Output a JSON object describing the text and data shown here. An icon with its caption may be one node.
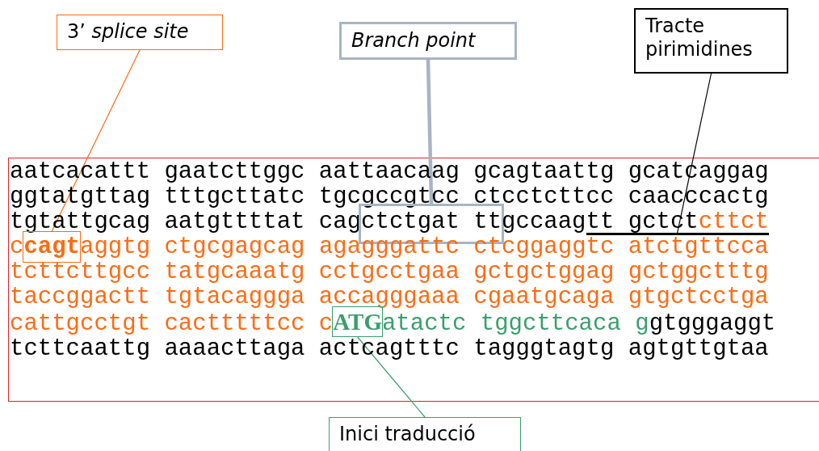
{
  "diagram": {
    "nodes": [
      {
        "text": [
          "3’ *splice site*"
        ]
      },
      {
        "text": [
          "Branch point"
        ]
      },
      {
        "text": [
          "Tracte pirimidines"
        ]
      },
      {
        "text": [
          "ctctgat tt"
        ]
      },
      {
        "text": [],
        "shape": "bar"
      },
      {
        "text": [
          "cagt"
        ]
      },
      {
        "text": [
          "ATG"
        ]
      },
      {
        "text": [
          "Inici traducció"
        ]
      }
    ],
    "edges": [
      {
        "from": 0,
        "to": 5,
        "arrow": "none",
        "color": "#ff6a13"
      },
      {
        "from": 1,
        "to": 3,
        "arrow": "none",
        "style": "thick",
        "color": "#a7b4c4"
      },
      {
        "from": 2,
        "to": 4,
        "arrow": "none",
        "color": "#000000"
      },
      {
        "from": 7,
        "to": 6,
        "arrow": "none",
        "color": "#3a9f6b"
      }
    ],
    "labels": [
      "aatcacattt gaatcttggc aattaacaag gcagtaattg gcatcaggag",
      "ggtatgttag tttgcttatc tgcgccgtcc ctcctcttcc caacccactg",
      "tgtattgcag aatgttttat cag",
      "gccaag",
      "tt gctct",
      "cttct",
      "c",
      "aggtg ctgcgagcag agagggattc ctcggaggtc atctgttcca",
      "tcttcttgcc tatgcaaatg cctgcctgaa gctgctggag gctggctttg",
      "taccggactt tgtacaggga accagggaaa cgaatgcaga gtgctcctga",
      "cattgcctgt cactttttcc c",
      "atactc tggcttcaca g",
      "gtgggaggt",
      "tcttcaattg aaaacttaga actcagtttc tagggtagtg agtgttgtaa"
    ]
  }
}
